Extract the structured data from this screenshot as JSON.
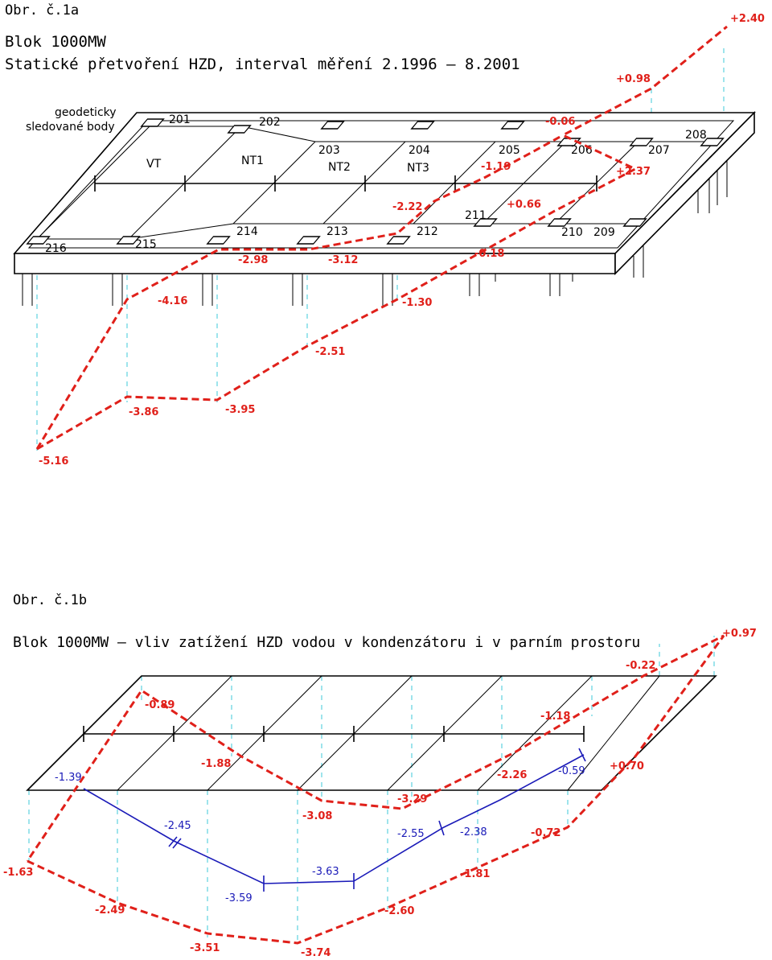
{
  "fig_a": {
    "caption": "Obr. č.1a",
    "title1": "Blok 1000MW",
    "title2": "Statické přetvoření  HZD, interval měření 2.1996 – 8.2001",
    "legend_line1": "geodeticky",
    "legend_line2": "sledované body",
    "zones": [
      "VT",
      "NT1",
      "NT2",
      "NT3"
    ],
    "points": [
      "201",
      "202",
      "203",
      "204",
      "205",
      "206",
      "207",
      "208",
      "209",
      "210",
      "211",
      "212",
      "213",
      "214",
      "215",
      "216"
    ],
    "values": {
      "p1": "-5.16",
      "p2": "-3.86",
      "p3": "-3.95",
      "p4": "-2.51",
      "p5": "-1.30",
      "p6": "-0.18",
      "p7": "+0.66",
      "p8": "+2.37",
      "p9": "-1.19",
      "p10": "-0.06",
      "p11": "+0.98",
      "p12": "+2.40",
      "p13": "-2.22",
      "p14": "-3.12",
      "p15": "-2.98",
      "p16": "-4.16"
    },
    "colors": {
      "deformation": "#e0201a",
      "projection": "#3cc8d8"
    }
  },
  "fig_b": {
    "caption": "Obr. č.1b",
    "title": "Blok 1000MW  –  vliv zatížení HZD vodou v kondenzátoru i v parním prostoru",
    "red_values": {
      "r1": "-1.63",
      "r2": "-2.49",
      "r3": "-3.51",
      "r4": "-3.74",
      "r5": "-2.60",
      "r6": "-1.81",
      "r7": "-0.72",
      "r8": "+0.70",
      "r9": "+0.97",
      "r10": "-0.22",
      "r11": "-1.18",
      "r12": "-2.26",
      "r13": "-3.29",
      "r14": "-3.08",
      "r15": "-1.88",
      "r16": "-0.89"
    },
    "blue_values": {
      "b1": "-1.39",
      "b2": "-2.45",
      "b3": "-3.59",
      "b4": "-3.63",
      "b5": "-2.55",
      "b6": "-2.38",
      "b7": "-0.59"
    },
    "colors": {
      "loading": "#e0201a",
      "calculated": "#1a1ab8"
    }
  }
}
